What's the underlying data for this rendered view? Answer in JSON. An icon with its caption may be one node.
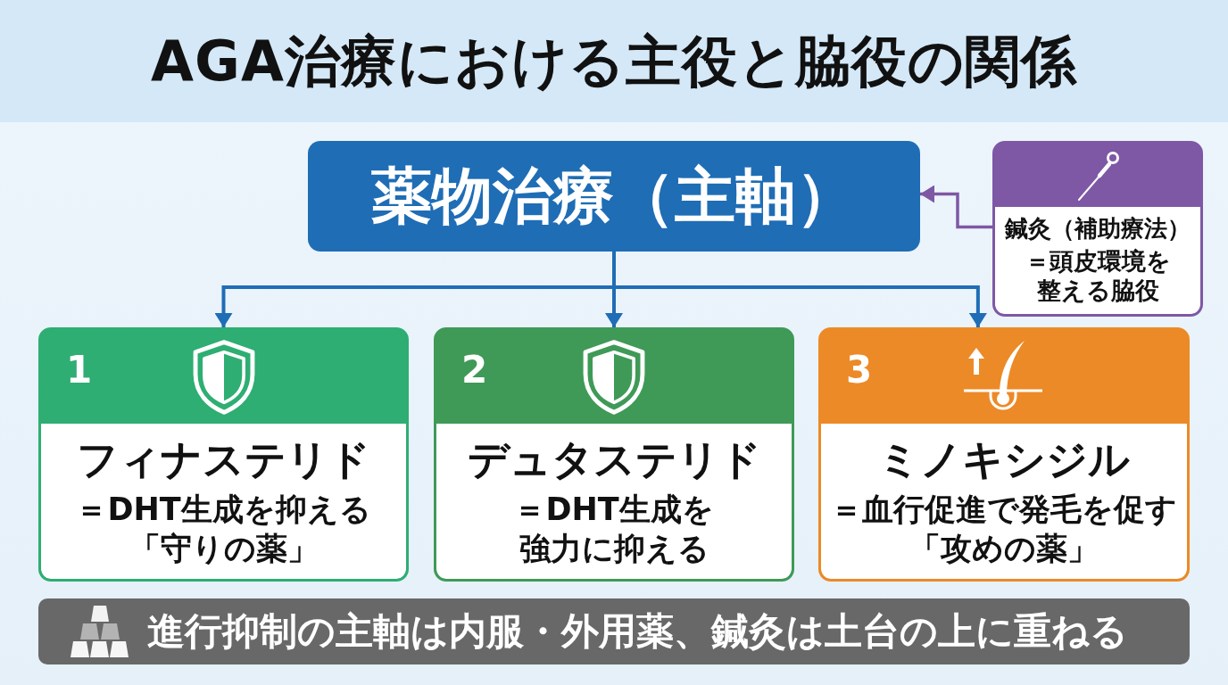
{
  "diagram": {
    "title": "AGA治療における主役と脇役の関係",
    "nodes": [
      {
        "text": [
          "薬物治療（主軸）"
        ]
      },
      {
        "text": [
          "鍼灸（補助療法）",
          "＝頭皮環境を整える脇役"
        ]
      },
      {
        "text": [
          "1",
          "フィナステリド",
          "＝DHT生成を抑える「守りの薬」"
        ]
      },
      {
        "text": [
          "2",
          "デュタステリド",
          "＝DHT生成を強力に抑える"
        ]
      },
      {
        "text": [
          "3",
          "ミノキシジル",
          "＝血行促進で発毛を促す「攻めの薬」"
        ]
      },
      {
        "text": [
          "進行抑制の主軸は内服・外用薬、鍼灸は土台の上に重ねる"
        ]
      }
    ],
    "edges": [
      {
        "from": 0,
        "to": 2,
        "arrow": "to"
      },
      {
        "from": 0,
        "to": 3,
        "arrow": "to"
      },
      {
        "from": 0,
        "to": 4,
        "arrow": "to"
      },
      {
        "from": 1,
        "to": 0,
        "arrow": "to",
        "color": "#7e58a5"
      }
    ]
  }
}
